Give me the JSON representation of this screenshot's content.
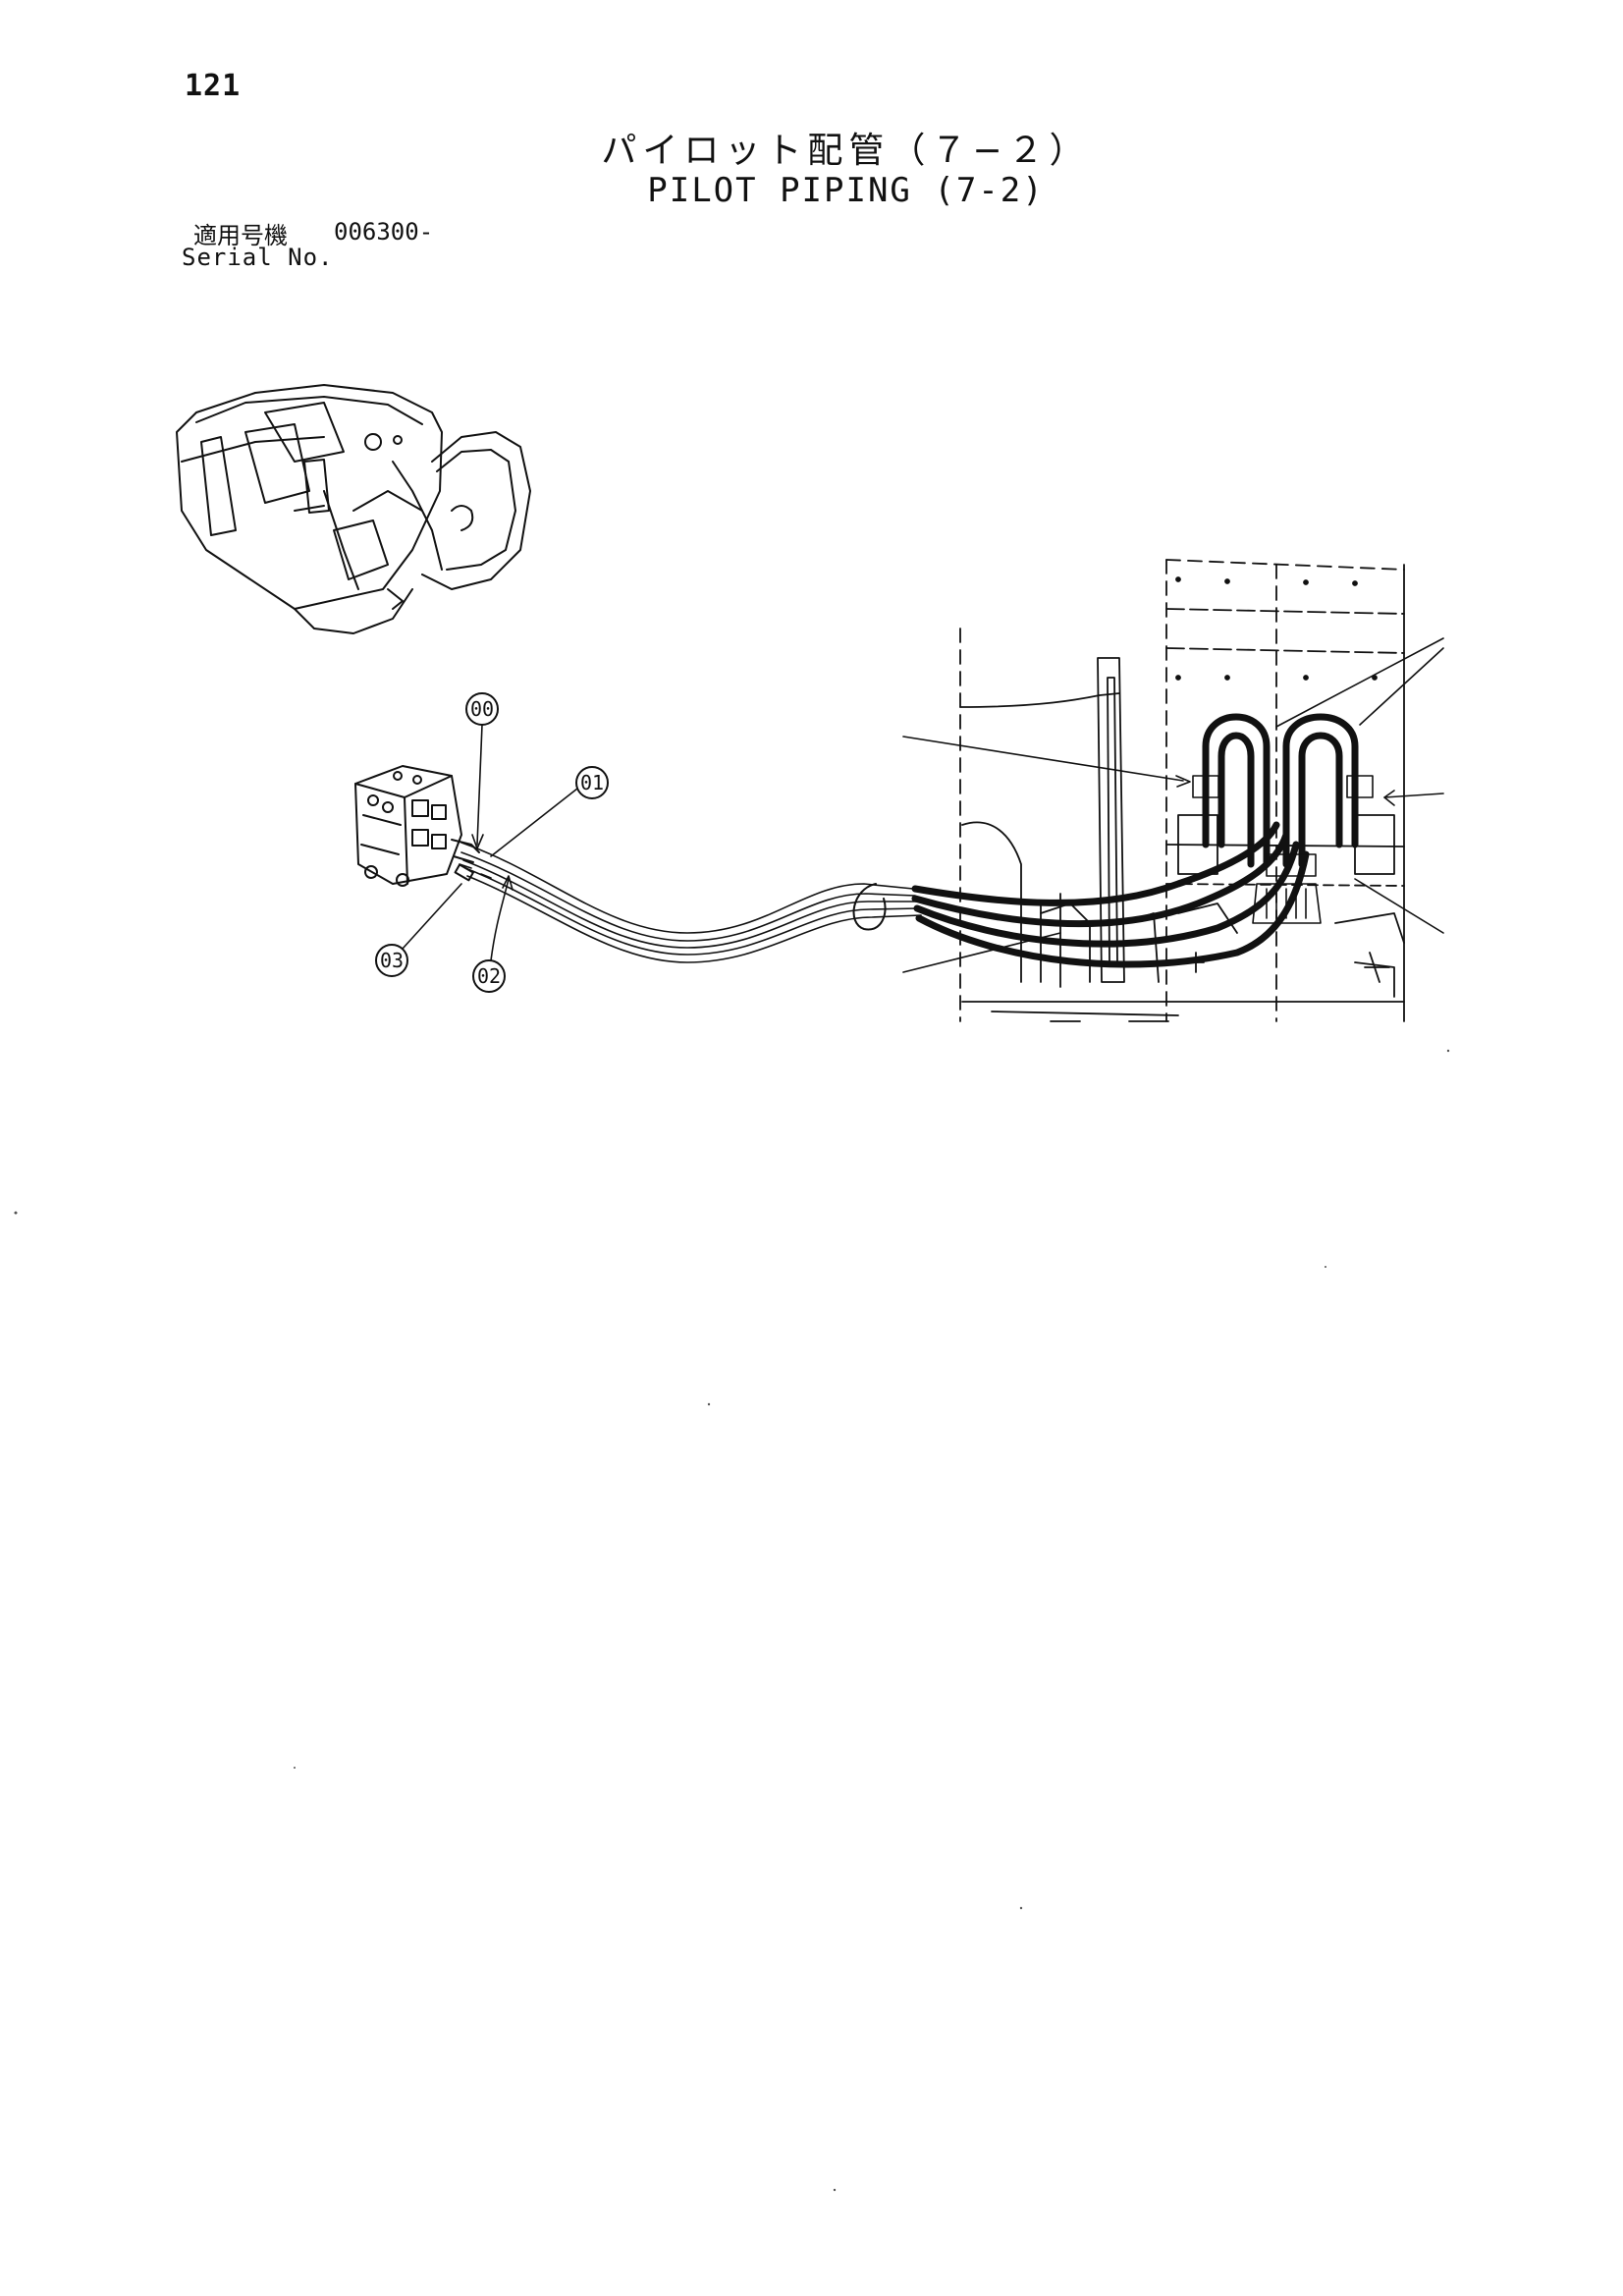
{
  "page": {
    "number": "121"
  },
  "title": {
    "japanese": "パイロット配管（７−２）",
    "english": "PILOT PIPING (7-2)"
  },
  "serial": {
    "label_japanese": "適用号機",
    "value": "006300-",
    "label_english": "Serial No."
  },
  "callouts": {
    "c00": "00",
    "c01": "01",
    "c02": "02",
    "c03": "03"
  },
  "colors": {
    "ink": "#111111",
    "paper": "#ffffff"
  }
}
